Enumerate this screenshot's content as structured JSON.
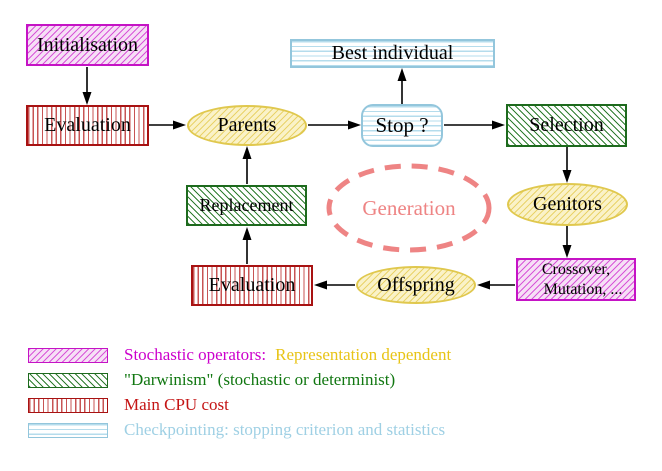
{
  "nodes": {
    "initialisation": "Initialisation",
    "evaluation_top": "Evaluation",
    "parents": "Parents",
    "best_individual": "Best individual",
    "stop": "Stop ?",
    "selection": "Selection",
    "genitors": "Genitors",
    "crossover_line1": "Crossover,",
    "crossover_line2": "Mutation, ...",
    "offspring": "Offspring",
    "evaluation_bottom": "Evaluation",
    "replacement": "Replacement",
    "generation": "Generation"
  },
  "legend": {
    "items": [
      {
        "label": "Stochastic operators:",
        "label2": "Representation dependent"
      },
      {
        "label": "\"Darwinism\" (stochastic or determinist)",
        "label2": ""
      },
      {
        "label": "Main CPU cost",
        "label2": ""
      },
      {
        "label": "Checkpointing: stopping criterion and statistics",
        "label2": ""
      }
    ]
  },
  "colors": {
    "stochastic_magenta": "#cc00cc",
    "representation_gold": "#e8c417",
    "darwinism_green": "#117711",
    "main_cpu_red": "#c41414",
    "checkpointing_blue": "#9fd0e4",
    "generation_salmon": "#ee8484",
    "node_border_magenta": "#c513c5",
    "node_border_green": "#1d6a1d",
    "node_border_red": "#a81212",
    "node_border_yellow": "#e0c84e",
    "node_border_blue": "#93c6dc"
  }
}
